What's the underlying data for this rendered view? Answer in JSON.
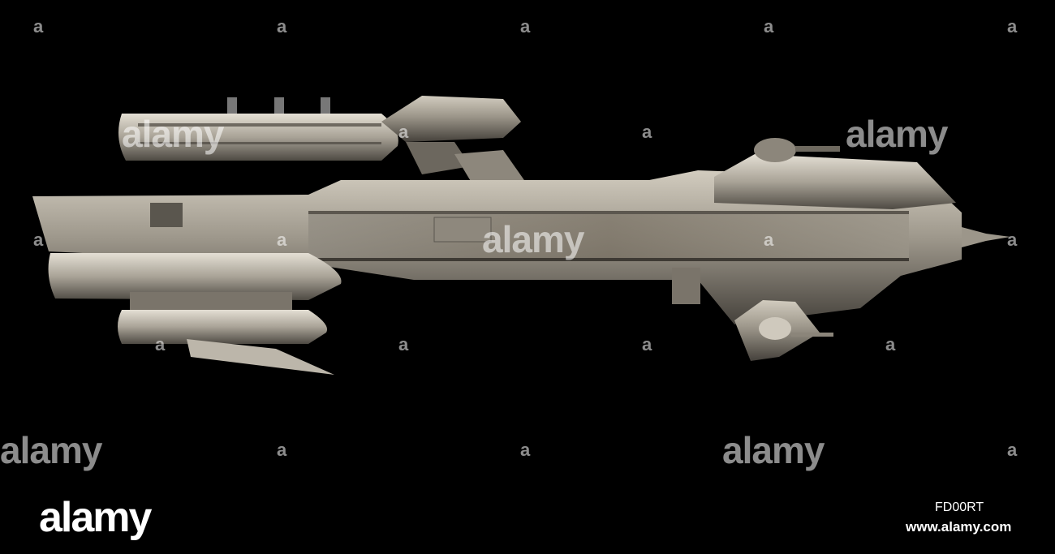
{
  "watermark": {
    "word": "alamy",
    "mark": "a"
  },
  "footer": {
    "brand": "alamy",
    "image_id": "FD00RT",
    "url": "www.alamy.com"
  },
  "colors": {
    "background": "#000000",
    "hull_light": "#b8b2a6",
    "hull_mid": "#8a8478",
    "hull_dark": "#4a463f"
  }
}
